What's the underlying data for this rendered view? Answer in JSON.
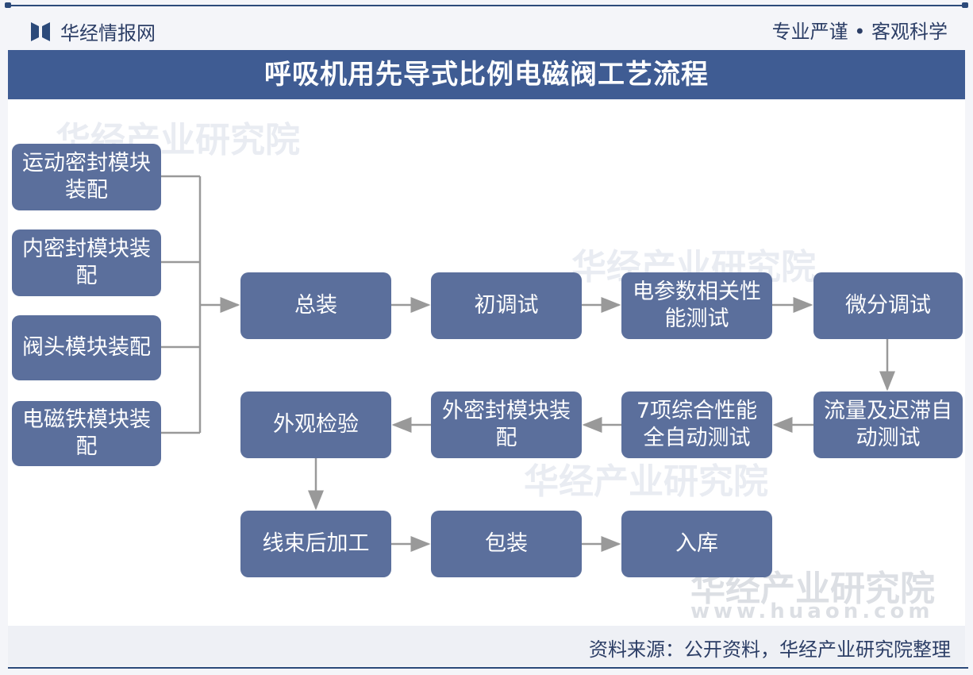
{
  "header": {
    "brand": "华经情报网",
    "slogan": "专业严谨 • 客观科学"
  },
  "title": "呼吸机用先导式比例电磁阀工艺流程",
  "modules": [
    "运动密封模块装配",
    "内密封模块装配",
    "阀头模块装配",
    "电磁铁模块装配"
  ],
  "row1": [
    "总装",
    "初调试",
    "电参数相关性能测试",
    "微分调试"
  ],
  "row2": [
    "外观检验",
    "外密封模块装配",
    "7项综合性能全自动测试",
    "流量及迟滞自动测试"
  ],
  "row3": [
    "线束后加工",
    "包装",
    "入库"
  ],
  "watermark": {
    "name": "华经产业研究院",
    "url": "www.huaon.com"
  },
  "footer": {
    "source": "资料来源：公开资料，华经产业研究院整理"
  },
  "colors": {
    "box": "#5b6f9c",
    "banner": "#3f5c93",
    "arrow": "#999999"
  }
}
